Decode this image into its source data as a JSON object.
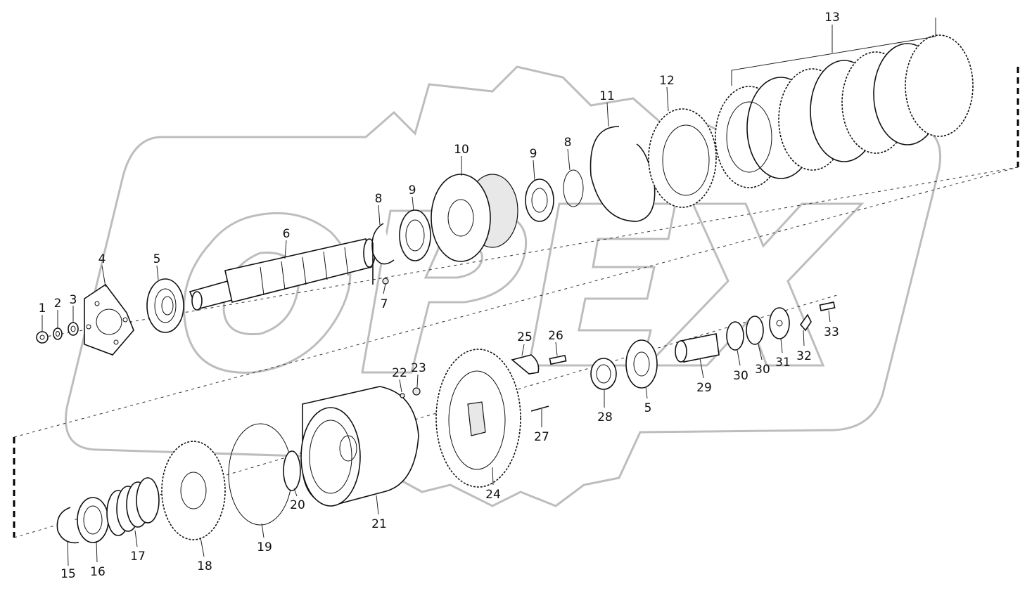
{
  "watermark": {
    "text": "OPEX",
    "color": "#bdbdbd"
  },
  "corner_mark": "",
  "callouts": [
    {
      "id": "c1",
      "text": "1"
    },
    {
      "id": "c2",
      "text": "2"
    },
    {
      "id": "c3",
      "text": "3"
    },
    {
      "id": "c4",
      "text": "4"
    },
    {
      "id": "c5a",
      "text": "5"
    },
    {
      "id": "c6",
      "text": "6"
    },
    {
      "id": "c7",
      "text": "7"
    },
    {
      "id": "c8a",
      "text": "8"
    },
    {
      "id": "c9a",
      "text": "9"
    },
    {
      "id": "c10",
      "text": "10"
    },
    {
      "id": "c9b",
      "text": "9"
    },
    {
      "id": "c8b",
      "text": "8"
    },
    {
      "id": "c11",
      "text": "11"
    },
    {
      "id": "c12",
      "text": "12"
    },
    {
      "id": "c13",
      "text": "13"
    },
    {
      "id": "c15",
      "text": "15"
    },
    {
      "id": "c16",
      "text": "16"
    },
    {
      "id": "c17",
      "text": "17"
    },
    {
      "id": "c18",
      "text": "18"
    },
    {
      "id": "c19",
      "text": "19"
    },
    {
      "id": "c20",
      "text": "20"
    },
    {
      "id": "c21",
      "text": "21"
    },
    {
      "id": "c22",
      "text": "22"
    },
    {
      "id": "c23",
      "text": "23"
    },
    {
      "id": "c24",
      "text": "24"
    },
    {
      "id": "c25",
      "text": "25"
    },
    {
      "id": "c26",
      "text": "26"
    },
    {
      "id": "c27",
      "text": "27"
    },
    {
      "id": "c28",
      "text": "28"
    },
    {
      "id": "c5b",
      "text": "5"
    },
    {
      "id": "c29",
      "text": "29"
    },
    {
      "id": "c30a",
      "text": "30"
    },
    {
      "id": "c30b",
      "text": "30"
    },
    {
      "id": "c31",
      "text": "31"
    },
    {
      "id": "c32",
      "text": "32"
    },
    {
      "id": "c33",
      "text": "33"
    }
  ]
}
